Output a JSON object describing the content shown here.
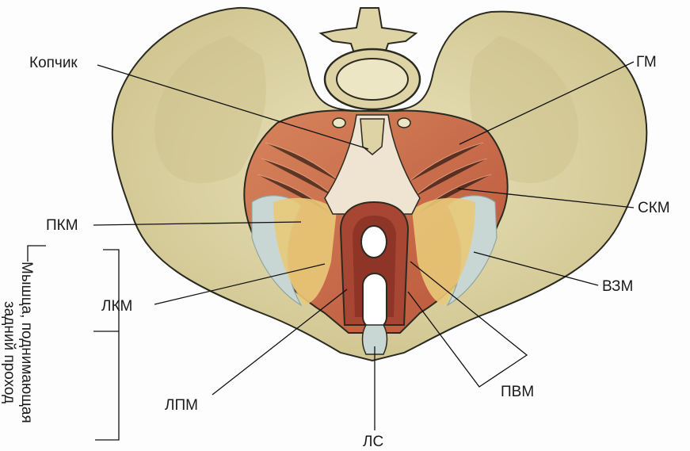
{
  "labels": {
    "coccyx": "Копчик",
    "gm": "ГМ",
    "pkm": "ПКМ",
    "skm": "СКМ",
    "lkm": "ЛКМ",
    "vzm": "ВЗМ",
    "lpm": "ЛПМ",
    "pvm": "ПВМ",
    "ls": "ЛС",
    "levator_line1": "Мышца, поднимающая",
    "levator_line2": "задний проход"
  },
  "colors": {
    "bone": "#dcd3a3",
    "bone_outline": "#2b2a20",
    "muscle": "#c76b4a",
    "muscle_light": "#e0a070",
    "fat": "#e8c978",
    "ligament": "#c9d7d4"
  }
}
